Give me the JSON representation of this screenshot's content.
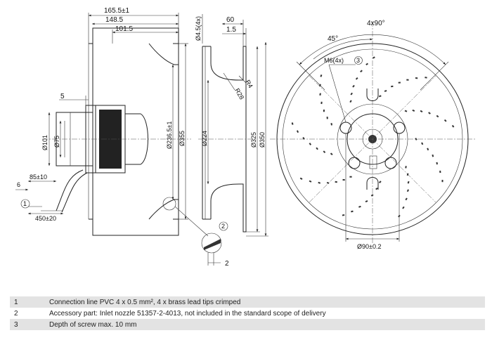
{
  "side_view": {
    "dim_overall_length": "165.5±1",
    "dim_148": "148.5",
    "dim_101": "101.5",
    "dim_5": "5",
    "dim_hub_outer": "Ø101",
    "dim_hub_inner": "Ø75",
    "dim_85": "85±10",
    "dim_6": "6",
    "dim_450": "450±20",
    "dim_236": "Ø236.5±1",
    "dim_355": "Ø355",
    "callout_1": "1"
  },
  "nozzle_view": {
    "dim_holes": "Ø4.5(4x)",
    "dim_60": "60",
    "dim_1_5": "1.5",
    "dim_r4": "R4",
    "dim_r28": "R28",
    "dim_224": "Ø224",
    "dim_325": "Ø325",
    "dim_350": "Ø350",
    "callout_2": "2",
    "dim_2": "2"
  },
  "front_view": {
    "dim_angle_4x90": "4x90°",
    "dim_angle_45": "45°",
    "dim_thread": "M6(4x)",
    "callout_3": "3",
    "dim_90": "Ø90±0.2"
  },
  "notes": [
    {
      "num": "1",
      "text": "Connection line PVC 4 x 0.5 mm², 4 x brass lead tips crimped"
    },
    {
      "num": "2",
      "text": "Accessory part: Inlet nozzle 51357-2-4013, not included in the standard scope of delivery"
    },
    {
      "num": "3",
      "text": "Depth of screw max. 10 mm"
    }
  ]
}
